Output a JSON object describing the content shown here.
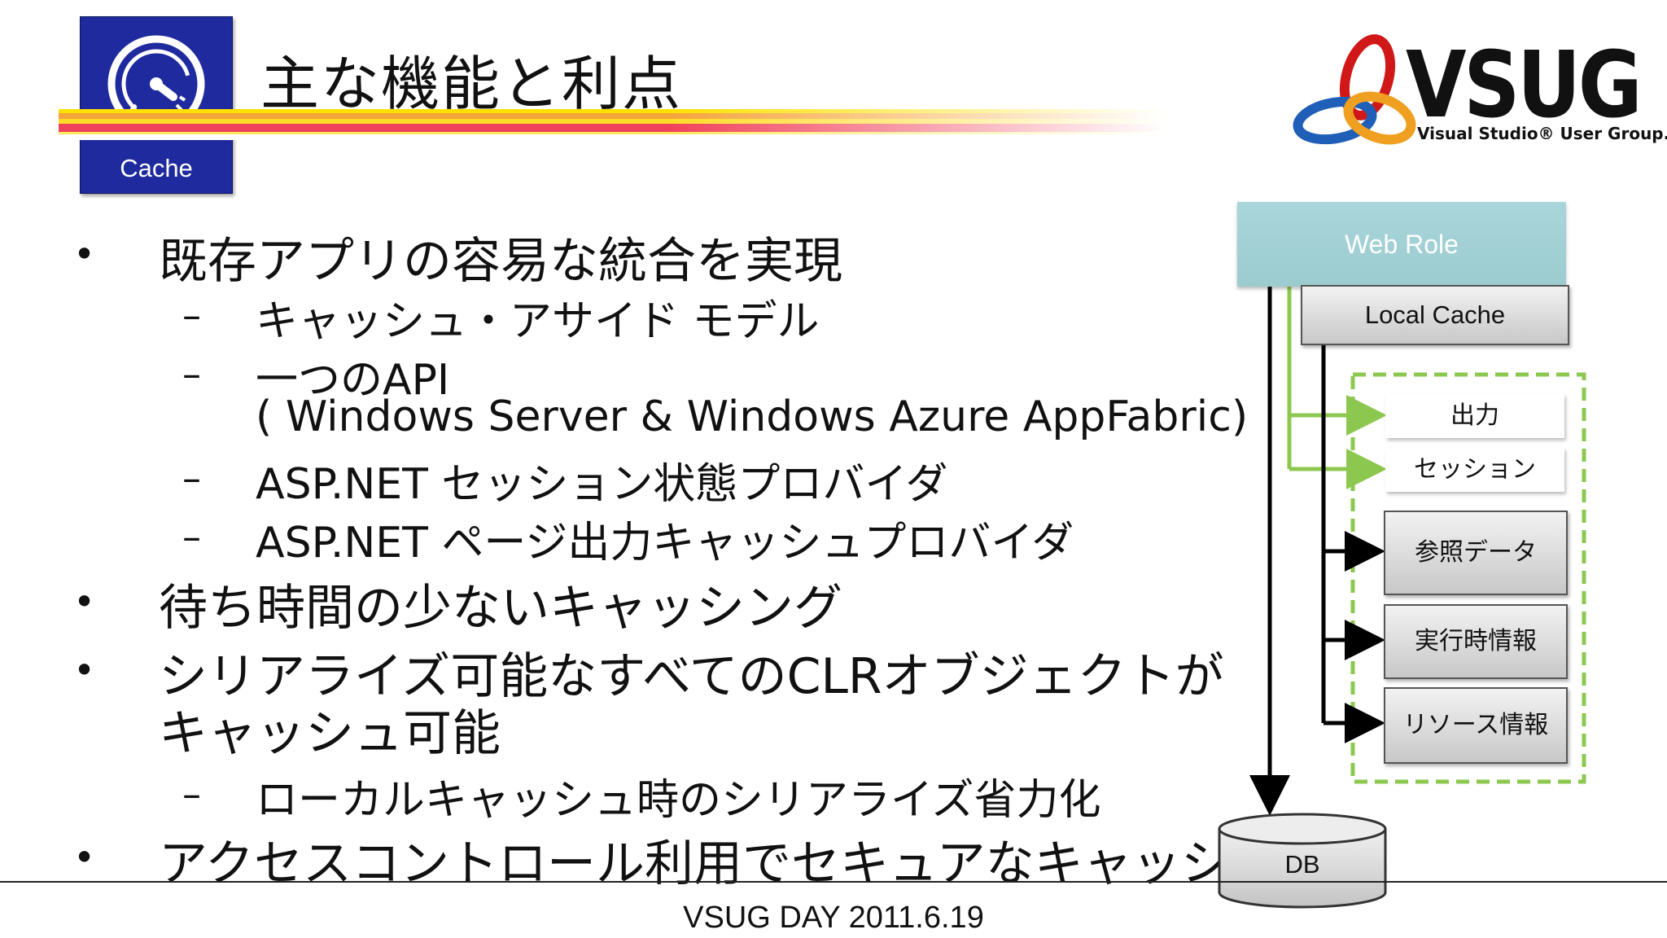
{
  "header": {
    "badge_label": "Cache",
    "title": "主な機能と利点"
  },
  "logo": {
    "name": "VSUG",
    "subtitle": "Visual Studio® User Group."
  },
  "bullets": [
    {
      "text": "既存アプリの容易な統合を実現"
    },
    {
      "text": "キャッシュ・アサイド モデル"
    },
    {
      "text": "一つのAPI"
    },
    {
      "text": "( Windows Server & Windows Azure AppFabric)"
    },
    {
      "text": "ASP.NET セッション状態プロバイダ"
    },
    {
      "text": "ASP.NET ページ出力キャッシュプロバイダ"
    },
    {
      "text": "待ち時間の少ないキャッシング"
    },
    {
      "text": "シリアライズ可能なすべてのCLRオブジェクトが"
    },
    {
      "text": "キャッシュ可能"
    },
    {
      "text": "ローカルキャッシュ時のシリアライズ省力化"
    },
    {
      "text": "アクセスコントロール利用でセキュアなキャッシュ"
    }
  ],
  "diagram": {
    "web_role": "Web Role",
    "local_cache": "Local Cache",
    "output": "出力",
    "session": "セッション",
    "reference_data": "参照データ",
    "runtime_info": "実行時情報",
    "resource_info": "リソース情報",
    "db": "DB",
    "colors": {
      "web_role": "#a8d6da",
      "green_arrow": "#8cc850",
      "black_arrow": "#000000"
    }
  },
  "footer": {
    "text": "VSUG DAY  2011.6.19"
  }
}
